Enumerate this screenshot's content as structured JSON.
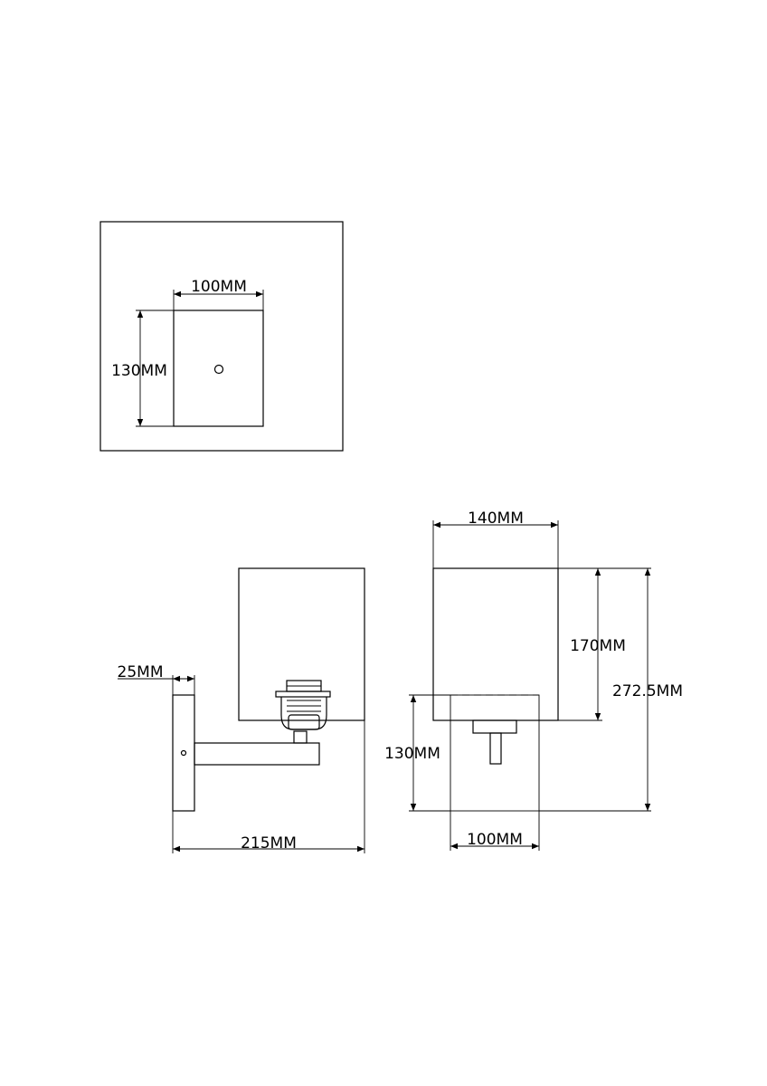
{
  "top_view": {
    "width_label": "100MM",
    "height_label": "130MM"
  },
  "side_view": {
    "depth_label": "25MM",
    "length_label": "215MM"
  },
  "front_view": {
    "shade_width_label": "140MM",
    "shade_height_label": "170MM",
    "total_height_label": "272.5MM",
    "plate_height_label": "130MM",
    "plate_width_label": "100MM"
  }
}
